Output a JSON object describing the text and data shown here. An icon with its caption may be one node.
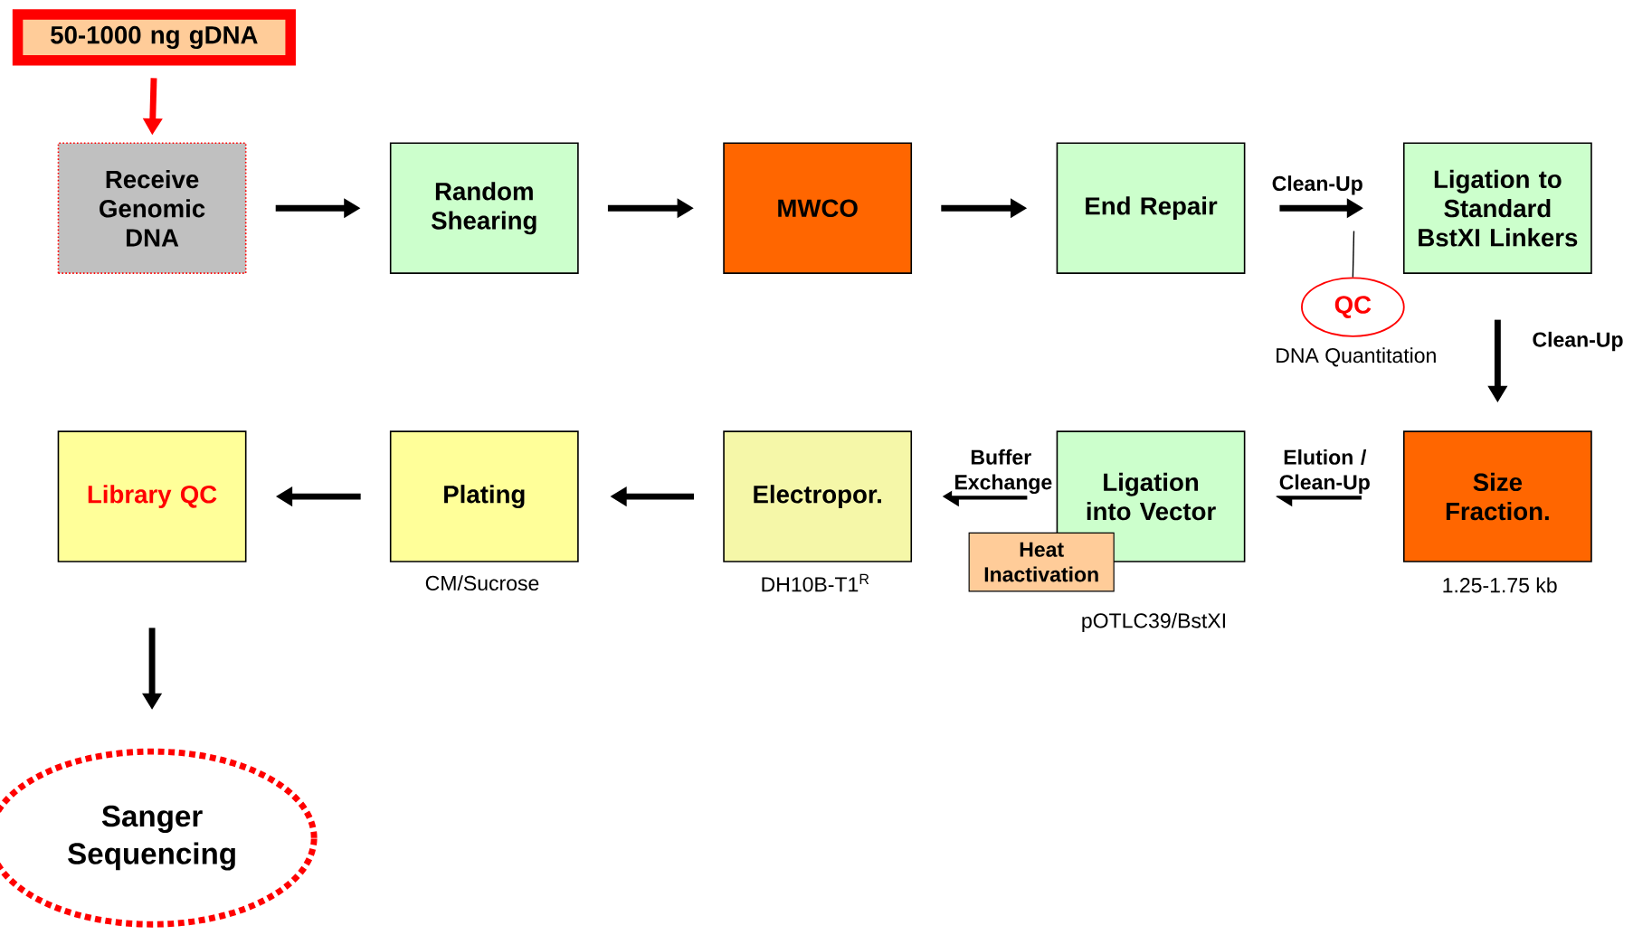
{
  "diagram": {
    "nodes": [
      {
        "text": [
          "50-1000 ng gDNA"
        ]
      },
      {
        "text": [
          "Receive Genomic DNA"
        ]
      },
      {
        "text": [
          "Random Shearing"
        ]
      },
      {
        "text": [
          "MWCO"
        ]
      },
      {
        "text": [
          "End Repair"
        ]
      },
      {
        "text": [
          "Ligation to Standard BstXI Linkers"
        ]
      },
      {
        "text": [
          "QC"
        ],
        "beside": [
          "DNA Quantitation"
        ]
      },
      {
        "text": [
          "Size Fraction."
        ],
        "beside": [
          "1.25-1.75 kb"
        ]
      },
      {
        "text": [
          "Ligation into Vector"
        ]
      },
      {
        "text": [
          "Heat Inactivation"
        ]
      },
      {
        "text": [
          "Electropor."
        ],
        "beside": [
          "DH10B-T1$^{R}$"
        ]
      },
      {
        "text": [
          "Plating"
        ],
        "beside": [
          "CM/Sucrose"
        ]
      },
      {
        "text": [
          "Library QC"
        ]
      },
      {
        "text": [
          "Sanger Sequencing"
        ]
      }
    ],
    "edges": [
      {
        "from": 0,
        "to": 1,
        "arrow": "to",
        "color": "#ff0000"
      },
      {
        "from": 1,
        "to": 2,
        "arrow": "to"
      },
      {
        "from": 2,
        "to": 3,
        "arrow": "to"
      },
      {
        "from": 3,
        "to": 4,
        "arrow": "to"
      },
      {
        "from": 4,
        "to": 5,
        "arrow": "to",
        "label": "Clean-Up"
      },
      {
        "from": 5,
        "to": 7,
        "arrow": "to",
        "label": "Clean-Up"
      },
      {
        "from": 7,
        "to": 8,
        "arrow": "to",
        "label": "Elution / Clean-Up"
      },
      {
        "from": 8,
        "to": 10,
        "arrow": "to",
        "label": "Buffer Exchange"
      },
      {
        "from": 10,
        "to": 11,
        "arrow": "to"
      },
      {
        "from": 11,
        "to": 12,
        "arrow": "to"
      },
      {
        "from": 12,
        "to": 13,
        "arrow": "to"
      },
      {
        "from": 6,
        "to": null,
        "arrow": "none"
      }
    ],
    "labels": [
      "pOTLC39/BstXI"
    ]
  }
}
